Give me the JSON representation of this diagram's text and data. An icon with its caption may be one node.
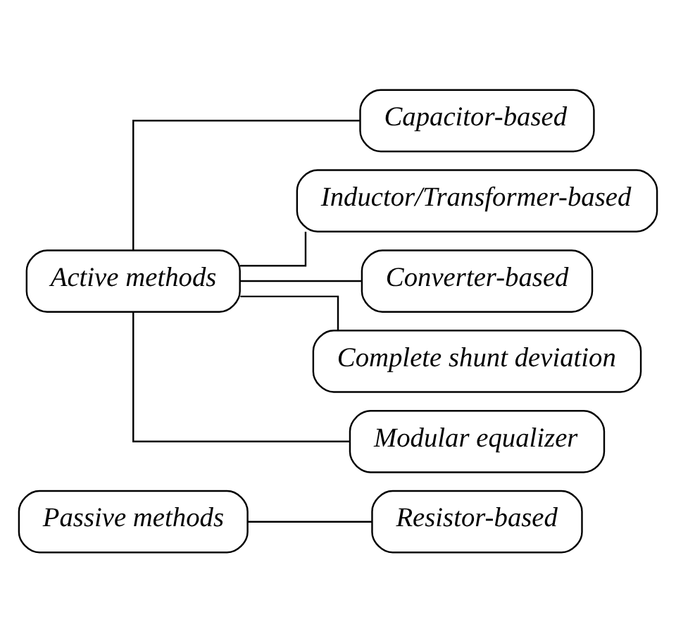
{
  "diagram": {
    "nodes": [
      {
        "text": [
          "Passive methods"
        ]
      },
      {
        "text": [
          "Resistor-based"
        ]
      },
      {
        "text": [
          "Active methods"
        ]
      },
      {
        "text": [
          "Capacitor-based"
        ]
      },
      {
        "text": [
          "Inductor/Transformer-based"
        ]
      },
      {
        "text": [
          "Converter-based"
        ]
      },
      {
        "text": [
          "Complete shunt deviation"
        ]
      },
      {
        "text": [
          "Modular equalizer"
        ]
      }
    ],
    "edges": [
      {
        "from": 0,
        "to": 1,
        "arrow": "none"
      },
      {
        "from": 2,
        "to": 3,
        "arrow": "none"
      },
      {
        "from": 2,
        "to": 4,
        "arrow": "none"
      },
      {
        "from": 2,
        "to": 5,
        "arrow": "none"
      },
      {
        "from": 2,
        "to": 6,
        "arrow": "none"
      },
      {
        "from": 2,
        "to": 7,
        "arrow": "none"
      }
    ]
  }
}
